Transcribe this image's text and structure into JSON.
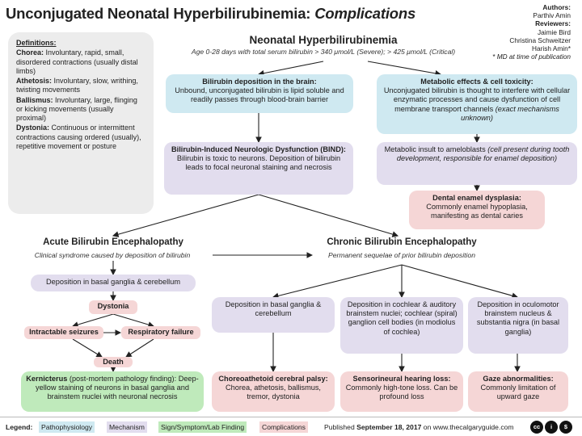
{
  "title": {
    "main": "Unconjugated Neonatal Hyperbilirubinemia: ",
    "italic": "Complications"
  },
  "authors": {
    "authors_label": "Authors:",
    "author": "Parthiv Amin",
    "reviewers_label": "Reviewers:",
    "reviewers": [
      "Jaimie Bird",
      "Christina Schweitzer",
      "Harish Amin*"
    ],
    "note": "* MD at time of publication"
  },
  "definitions": {
    "heading": "Definitions:",
    "items": [
      {
        "term": "Chorea:",
        "text": " Involuntary, rapid, small, disordered contractions (usually distal limbs)"
      },
      {
        "term": "Athetosis:",
        "text": " Involuntary, slow, writhing, twisting movements"
      },
      {
        "term": "Ballismus:",
        "text": " Involuntary, large, flinging or kicking movements (usually proximal)"
      },
      {
        "term": "Dystonia:",
        "text": " Continuous or intermittent contractions causing ordered (usually), repetitive movement or posture"
      }
    ]
  },
  "top": {
    "heading": "Neonatal Hyperbilirubinemia",
    "subheading": "Age 0-28 days with total serum bilirubin > 340 μmol/L (Severe); > 425 μmol/L (Critical)"
  },
  "boxes": {
    "deposition_brain": {
      "title": "Bilirubin deposition in the brain:",
      "text": "Unbound, unconjugated bilirubin is lipid soluble and readily passes through blood-brain barrier"
    },
    "metabolic": {
      "title": "Metabolic effects & cell toxicity:",
      "text": "Unconjugated bilirubin is thought to interfere with cellular enzymatic processes and cause dysfunction of cell membrane transport channels ",
      "italic": "(exact mechanisms unknown)"
    },
    "bind": {
      "title": "Bilirubin-Induced Neurologic Dysfunction (BIND):",
      "text": "Bilirubin is toxic to neurons. Deposition of bilirubin leads to focal neuronal staining and necrosis"
    },
    "ameloblasts": {
      "text": "Metabolic insult to ameloblasts ",
      "italic": "(cell present during tooth development, responsible for enamel deposition)"
    },
    "enamel": {
      "title": "Dental enamel dysplasia:",
      "text": "Commonly enamel hypoplasia, manifesting as dental caries"
    }
  },
  "acute": {
    "heading": "Acute Bilirubin Encephalopathy",
    "subheading": "Clinical syndrome caused by deposition of bilirubin",
    "deposition": "Deposition in basal ganglia & cerebellum",
    "dystonia": "Dystonia",
    "seizures": "Intractable seizures",
    "respiratory": "Respiratory failure",
    "death": "Death",
    "kernicterus_title": "Kernicterus",
    "kernicterus_text": " (post-mortem pathology finding): Deep-yellow staining of neurons in basal ganglia and brainstem nuclei with neuronal necrosis"
  },
  "chronic": {
    "heading": "Chronic Bilirubin Encephalopathy",
    "subheading": "Permanent sequelae of prior bilirubin deposition",
    "dep1": "Deposition in basal ganglia & cerebellum",
    "dep2": "Deposition in cochlear & auditory brainstem nuclei; cochlear (spiral) ganglion cell bodies (in modiolus of cochlea)",
    "dep3": "Deposition in oculomotor brainstem nucleus & substantia nigra (in basal ganglia)",
    "out1_title": "Choreoathetoid cerebral palsy:",
    "out1_text": "Chorea, athetosis, ballismus, tremor, dystonia",
    "out2_title": "Sensorineural hearing loss:",
    "out2_text": "Commonly high-tone loss. Can be profound loss",
    "out3_title": "Gaze abnormalities:",
    "out3_text": "Commonly limitation of upward gaze"
  },
  "legend": {
    "label": "Legend:",
    "items": [
      "Pathophysiology",
      "Mechanism",
      "Sign/Symptom/Lab Finding",
      "Complications"
    ],
    "published_prefix": "Published ",
    "published_date": "September 18, 2017",
    "published_suffix": " on www.thecalgaryguide.com",
    "colors": {
      "pathophysiology": "#cfe9f1",
      "mechanism": "#e2ddee",
      "sign": "#bfeabb",
      "complications": "#f5d6d6"
    }
  }
}
